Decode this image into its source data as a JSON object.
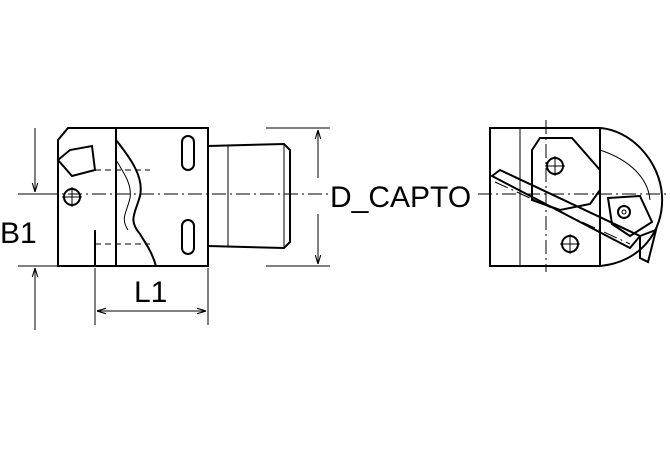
{
  "labels": {
    "b1": "B1",
    "l1": "L1",
    "d_capto": "D_CAPTO"
  }
}
